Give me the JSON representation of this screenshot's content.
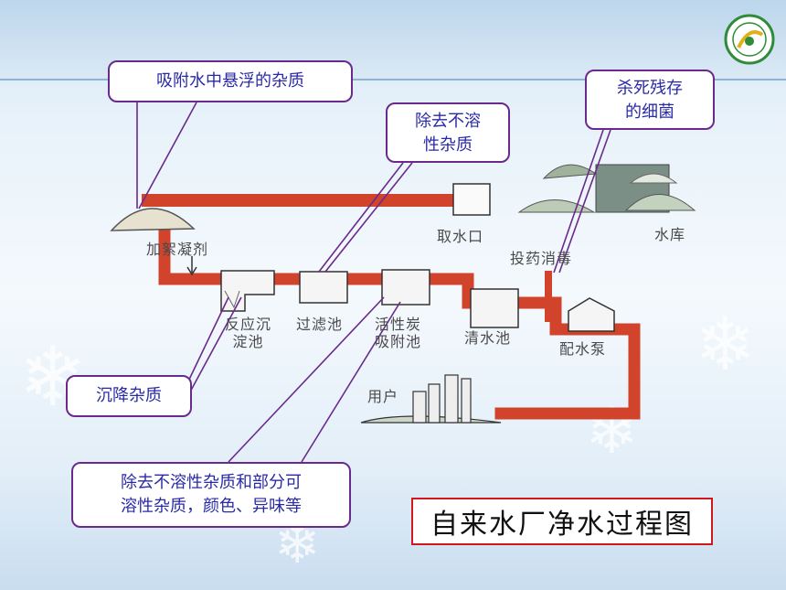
{
  "callouts": {
    "adsorb": "吸附水中悬浮的杂质",
    "filter_line1": "除去不溶",
    "filter_line2": "性杂质",
    "kill_line1": "杀死残存",
    "kill_line2": "的细菌",
    "settle": "沉降杂质",
    "carbon_line1": "除去不溶性杂质和部分可",
    "carbon_line2": "溶性杂质，颜色、异味等"
  },
  "labels": {
    "intake": "取水口",
    "reservoir": "水库",
    "disinfect": "投药消毒",
    "coagulant": "加絮凝剂",
    "reaction_line1": "反应沉",
    "reaction_line2": "淀池",
    "filter_pool": "过滤池",
    "carbon_line1": "活性炭",
    "carbon_line2": "吸附池",
    "clear_pool": "清水池",
    "pump": "配水泵",
    "users": "用户"
  },
  "title": "自来水厂净水过程图",
  "colors": {
    "pipe": "#d2432b",
    "callout_border": "#6a2a8c",
    "callout_text": "#2a2aa8",
    "title_border": "#d0191e"
  }
}
